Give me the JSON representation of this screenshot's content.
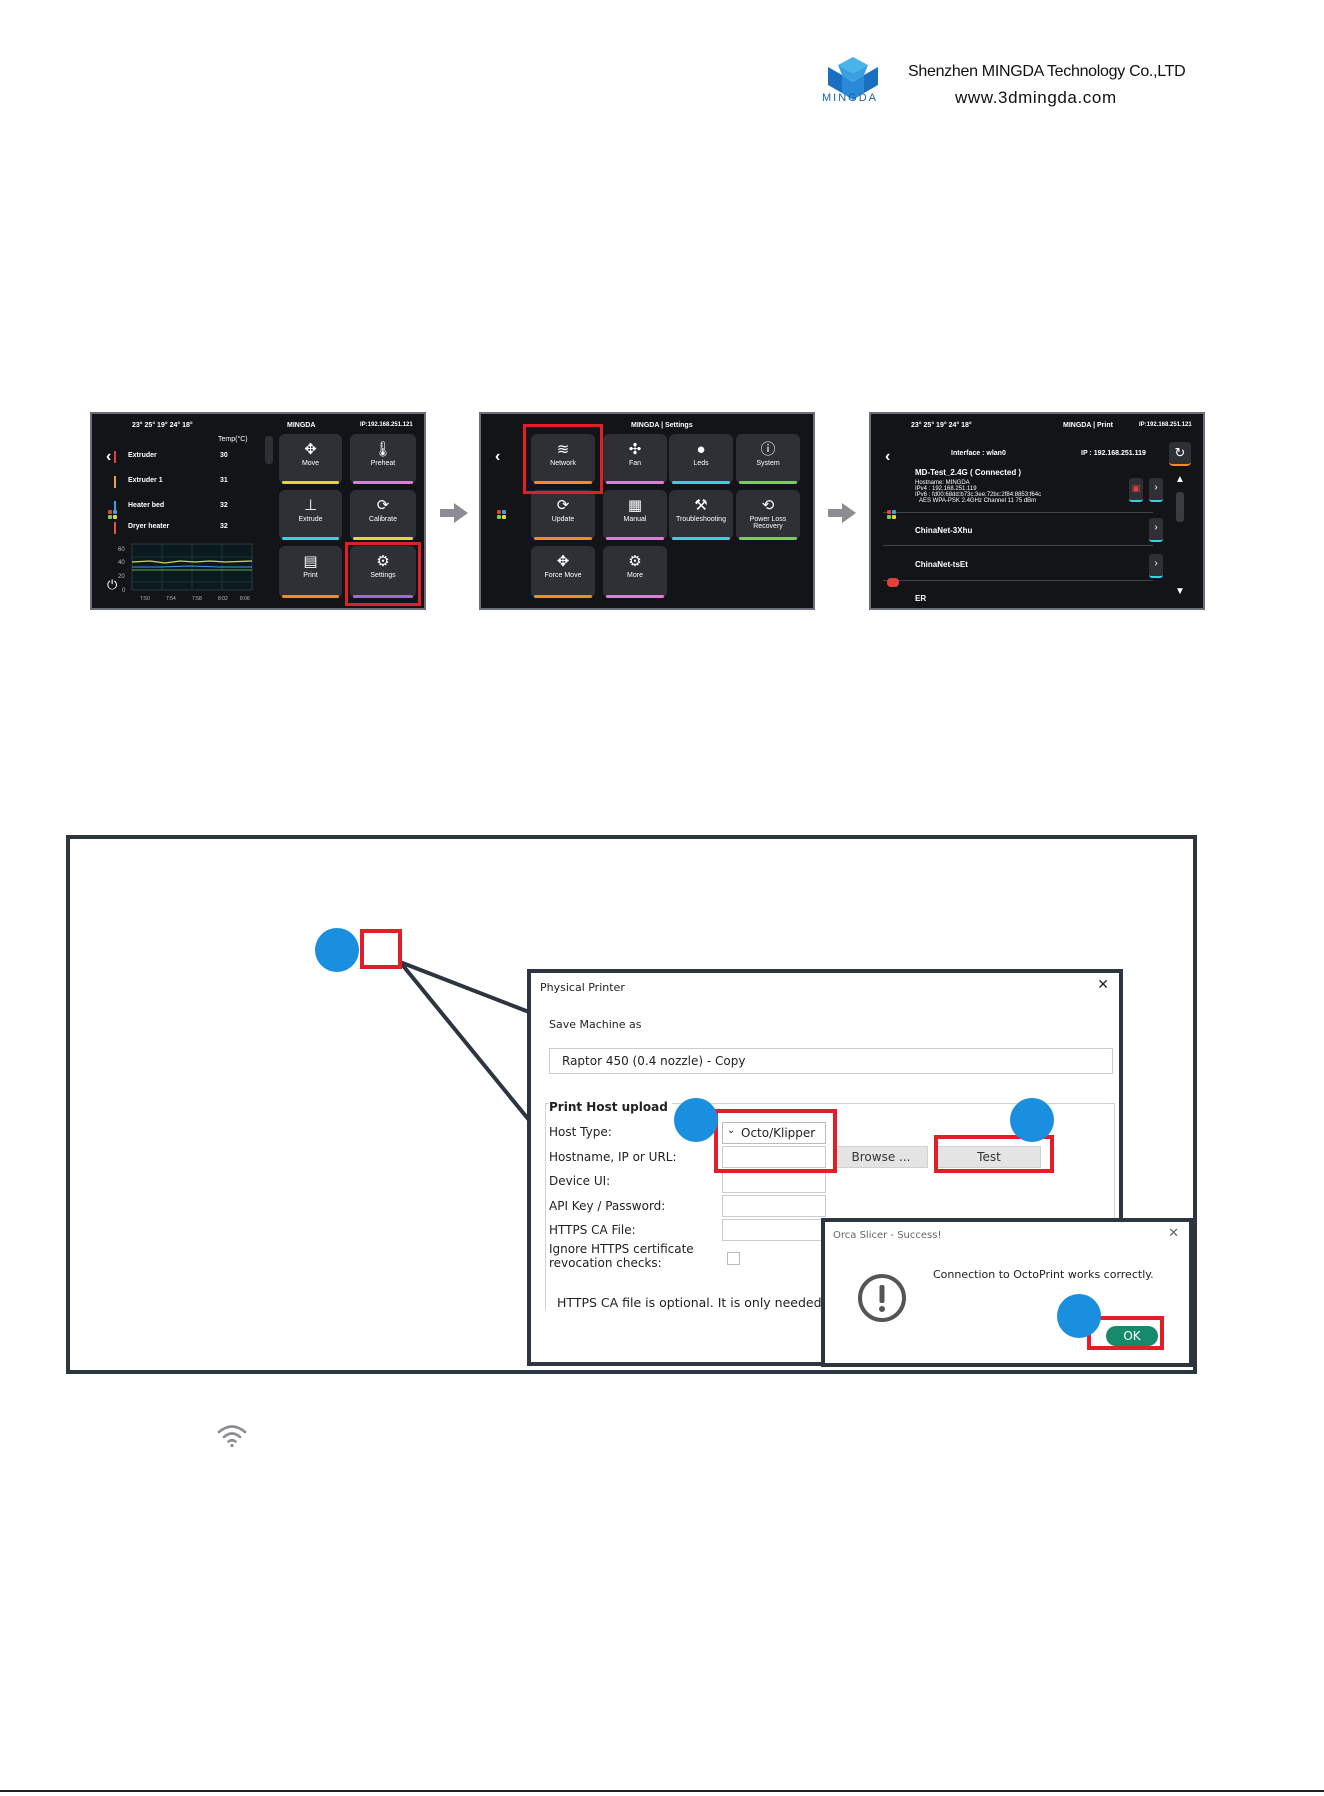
{
  "header": {
    "logo_text": "MINGDA",
    "company": "Shenzhen MINGDA Technology Co.,LTD",
    "website": "www.3dmingda.com"
  },
  "screen1": {
    "status": "23°  25°  19°  24°  18°",
    "brand": "MINGDA",
    "ip": "IP:192.168.251.121",
    "temp_header": "Temp(°C)",
    "rows": [
      {
        "name": "Extruder",
        "value": "30",
        "color": "#e2403a"
      },
      {
        "name": "Extruder 1",
        "value": "31",
        "color": "#f0a03a"
      },
      {
        "name": "Heater bed",
        "value": "32",
        "color": "#3aa0e2"
      },
      {
        "name": "Dryer heater",
        "value": "32",
        "color": "#e25a2a"
      }
    ],
    "chart": {
      "y_ticks": [
        "60",
        "40",
        "20",
        "0"
      ],
      "x_ticks": [
        "7:50",
        "7:54",
        "7:58",
        "8:02",
        "8:06"
      ]
    },
    "tiles": [
      {
        "label": "Move",
        "icon": "move-icon",
        "glyph": "✥",
        "color": "#e8d53a"
      },
      {
        "label": "Preheat",
        "icon": "thermometer-icon",
        "glyph": "🌡",
        "color": "#e27ad8"
      },
      {
        "label": "Extrude",
        "icon": "extrude-icon",
        "glyph": "⊥",
        "color": "#3ad0e0"
      },
      {
        "label": "Calibrate",
        "icon": "calibrate-icon",
        "glyph": "⟳",
        "color": "#e8d53a"
      },
      {
        "label": "Print",
        "icon": "print-icon",
        "glyph": "▤",
        "color": "#f08a2a"
      },
      {
        "label": "Settings",
        "icon": "gears-icon",
        "glyph": "⚙",
        "color": "#9a6ae2"
      }
    ]
  },
  "screen2": {
    "title": "MINGDA | Settings",
    "tiles": [
      {
        "label": "Network",
        "icon": "wifi-icon",
        "glyph": "≋",
        "color": "#f08a2a"
      },
      {
        "label": "Fan",
        "icon": "fan-icon",
        "glyph": "✣",
        "color": "#e27ad8"
      },
      {
        "label": "Leds",
        "icon": "bulb-icon",
        "glyph": "●",
        "color": "#3ad0e0"
      },
      {
        "label": "System",
        "icon": "info-icon",
        "glyph": "ⓘ",
        "color": "#7ad04a"
      },
      {
        "label": "Update",
        "icon": "refresh-icon",
        "glyph": "⟳",
        "color": "#f08a2a"
      },
      {
        "label": "Manual",
        "icon": "book-icon",
        "glyph": "▦",
        "color": "#e27ad8"
      },
      {
        "label": "Troubleshooting",
        "icon": "wrench-icon",
        "glyph": "⚒",
        "color": "#3ad0e0"
      },
      {
        "label": "Power Loss Recovery",
        "icon": "recovery-icon",
        "glyph": "⟲",
        "color": "#7ad04a"
      },
      {
        "label": "Force Move",
        "icon": "move-icon",
        "glyph": "✥",
        "color": "#f08a2a"
      },
      {
        "label": "More",
        "icon": "gears-icon",
        "glyph": "⚙",
        "color": "#e27ad8"
      }
    ]
  },
  "screen3": {
    "status": "23°  25°  19°  24°  18°",
    "title": "MINGDA | Print",
    "ip": "IP:192.168.251.121",
    "interface": "Interface : wlan0",
    "ip2": "IP : 192.168.251.119",
    "connected_ssid": "MD-Test_2.4G ( Connected )",
    "details": [
      "Hostname: MINGDA",
      "IPv4 : 192.168.251.119",
      "IPv6 : fd00:68dd:b73c:3ee:72bc:2f84:8853:f64c",
      "AES WPA-PSK  2.4GHz Channel 11 75 dBm"
    ],
    "networks": [
      "ChinaNet-3Xhu",
      "ChinaNet-tsEt",
      "ER"
    ]
  },
  "dialog": {
    "title": "Physical Printer",
    "save_as_label": "Save Machine as",
    "machine_name": "Raptor 450 (0.4 nozzle) - Copy",
    "section": "Print Host upload",
    "host_type_label": "Host Type:",
    "host_type_value": "Octo/Klipper",
    "hostname_label": "Hostname, IP or URL:",
    "device_ui_label": "Device UI:",
    "api_key_label": "API Key / Password:",
    "https_ca_label": "HTTPS CA File:",
    "ignore_label_1": "Ignore HTTPS certificate",
    "ignore_label_2": "revocation checks:",
    "browse_label": "Browse ...",
    "test_label": "Test",
    "note": "HTTPS CA file is optional. It is only needed i"
  },
  "popup": {
    "title": "Orca Slicer - Success!",
    "message": "Connection to OctoPrint works correctly.",
    "ok_label": "OK"
  }
}
